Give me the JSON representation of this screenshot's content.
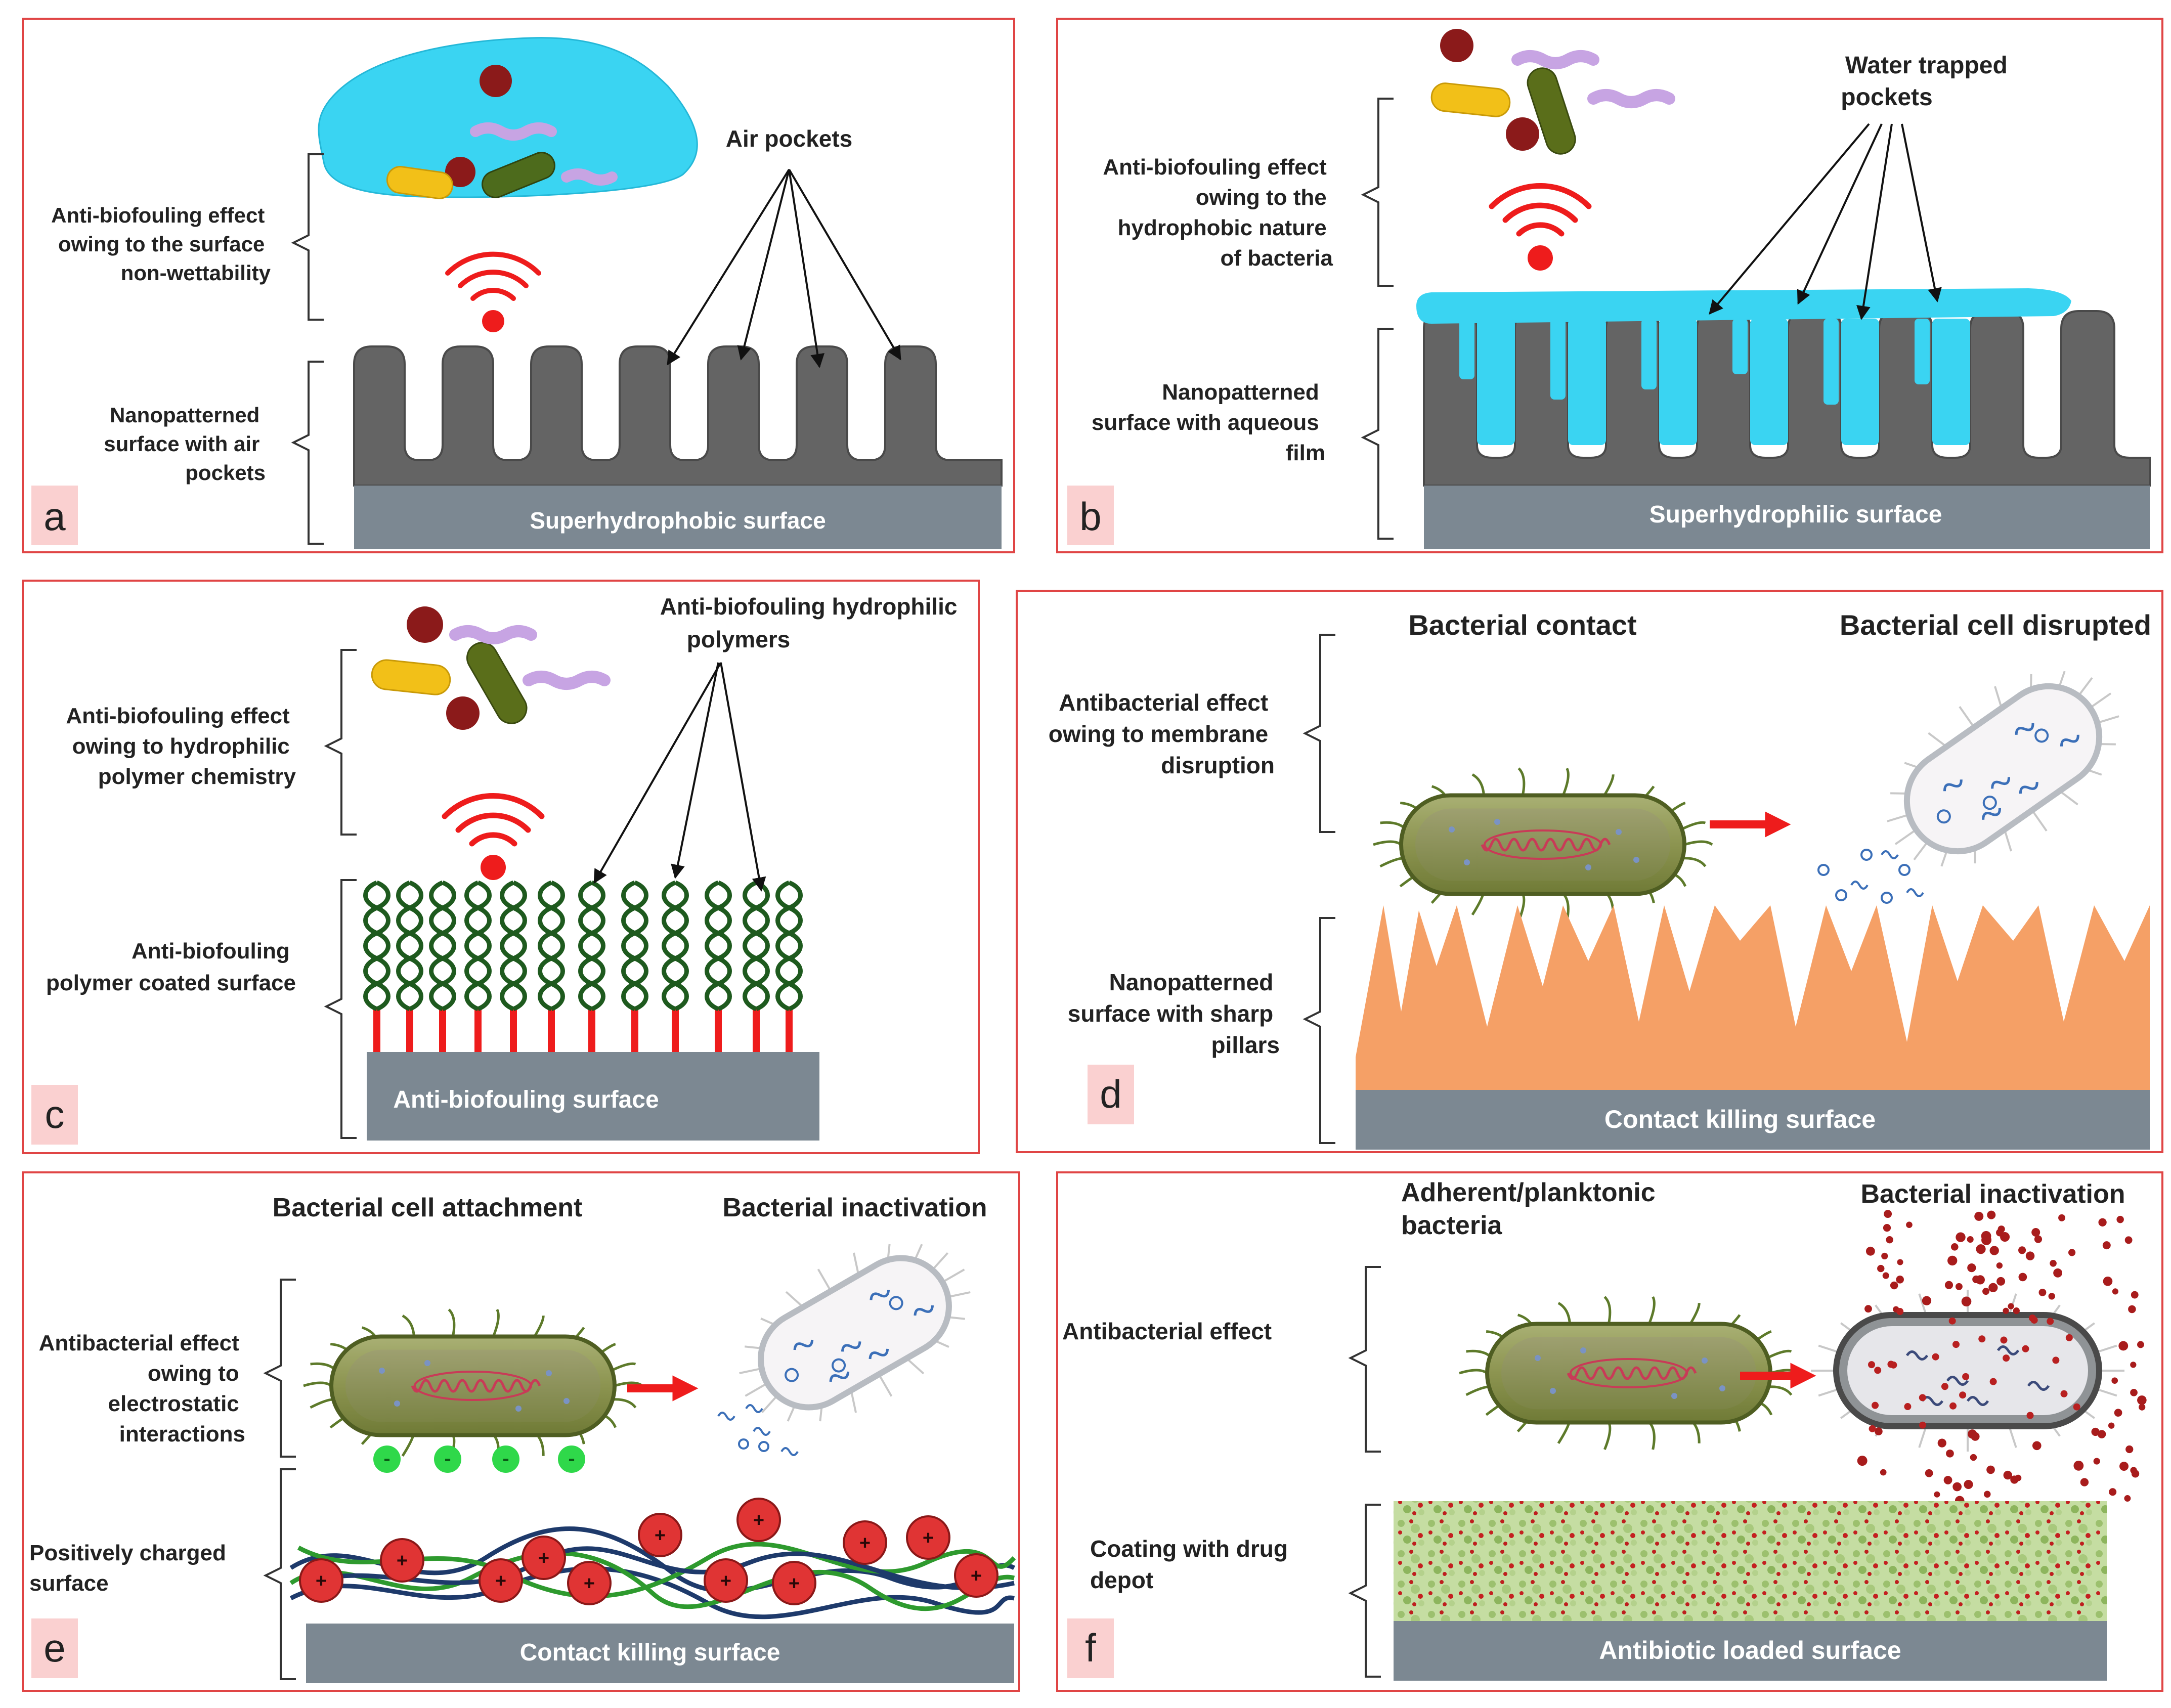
{
  "colors": {
    "frame": "#e04545",
    "substrate": "#7c8892",
    "pillar": "#646464",
    "water": "#3ad4f2",
    "signal": "#ee1c1c",
    "orange": "#f5a066",
    "letter_bg": "#fad0d0"
  },
  "panels": {
    "a": {
      "letter": "a",
      "brace1": "Anti-biofouling effect owing to the surface non-wettability",
      "brace2": "Nanopatterned surface with air pockets",
      "callout": "Air pockets",
      "substrate": "Superhydrophobic surface"
    },
    "b": {
      "letter": "b",
      "brace1": "Anti-biofouling effect owing to the hydrophobic nature of bacteria",
      "brace2": "Nanopatterned surface with aqueous film",
      "callout": "Water trapped pockets",
      "substrate": "Superhydrophilic surface"
    },
    "c": {
      "letter": "c",
      "brace1": "Anti-biofouling effect owing to hydrophilic polymer chemistry",
      "brace2": "Anti-biofouling polymer coated surface",
      "callout": "Anti-biofouling hydrophilic polymers",
      "substrate": "Anti-biofouling surface"
    },
    "d": {
      "letter": "d",
      "brace1": "Antibacterial effect owing to membrane disruption",
      "brace2": "Nanopatterned surface with sharp pillars",
      "heading1": "Bacterial contact",
      "heading2": "Bacterial cell  disrupted",
      "substrate": "Contact killing surface"
    },
    "e": {
      "letter": "e",
      "brace1": "Antibacterial effect owing to electrostatic interactions",
      "brace2": "Positively charged surface",
      "heading1": "Bacterial cell attachment",
      "heading2": "Bacterial inactivation",
      "substrate": "Contact killing surface",
      "neg_sign": "-",
      "pos_sign": "+"
    },
    "f": {
      "letter": "f",
      "brace1": "Antibacterial effect",
      "brace2": "Coating with drug depot",
      "heading1": "Adherent/planktonic bacteria",
      "heading2": "Bacterial inactivation",
      "substrate": "Antibiotic loaded  surface"
    }
  }
}
